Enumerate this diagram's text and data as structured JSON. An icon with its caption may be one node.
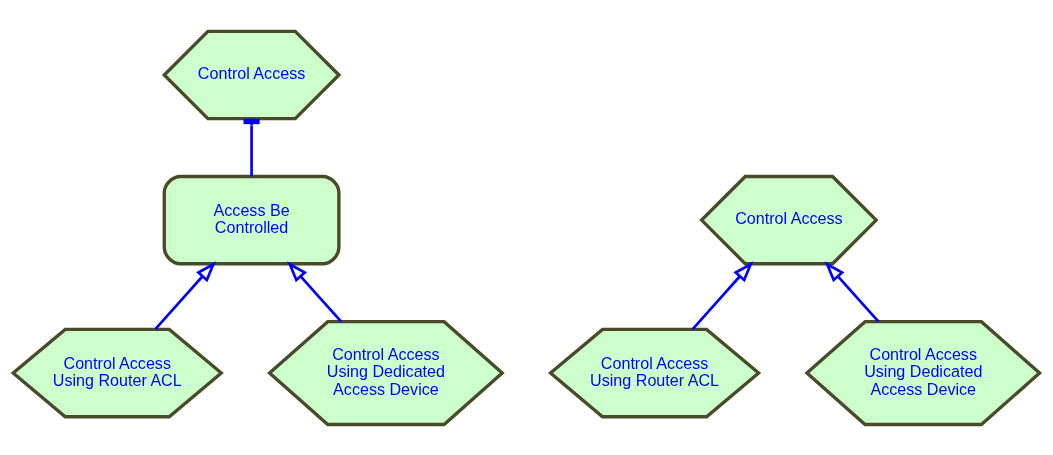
{
  "diagram": {
    "nodes": [
      {
        "text": [
          "Control Access"
        ]
      },
      {
        "text": [
          "Access Be Controlled"
        ]
      },
      {
        "text": [
          "Control Access Using Router ACL"
        ]
      },
      {
        "text": [
          "Control Access Using Dedicated Access Device"
        ]
      },
      {
        "text": [
          "Control Access"
        ]
      },
      {
        "text": [
          "Control Access Using Router ACL"
        ]
      },
      {
        "text": [
          "Control Access Using Dedicated Access Device"
        ]
      }
    ],
    "edges": [
      {
        "from": 1,
        "to": 0,
        "arrow": "other"
      },
      {
        "from": 2,
        "to": 1,
        "arrow": "to"
      },
      {
        "from": 3,
        "to": 1,
        "arrow": "to"
      },
      {
        "from": 5,
        "to": 4,
        "arrow": "to"
      },
      {
        "from": 6,
        "to": 4,
        "arrow": "to"
      }
    ]
  }
}
